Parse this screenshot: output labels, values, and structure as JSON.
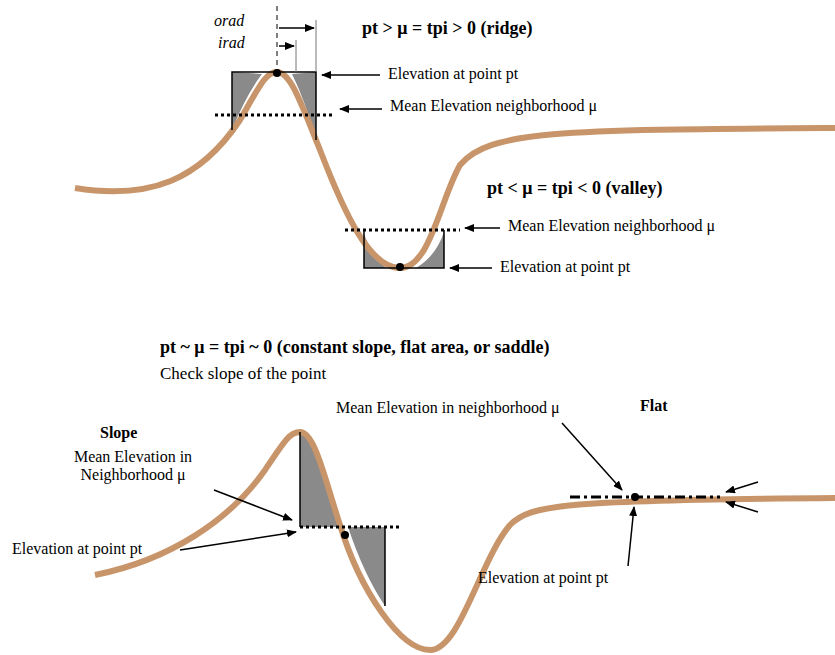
{
  "diagram": {
    "labels": [
      "orad",
      "irad",
      "pt > μ = tpi > 0 (ridge)",
      "Elevation at point pt",
      "Mean Elevation neighborhood μ",
      "pt < μ = tpi < 0 (valley)",
      "Mean Elevation neighborhood μ",
      "Elevation at point pt",
      "pt ~ μ = tpi ~ 0 (constant slope, flat area, or saddle)",
      "Check slope of the point",
      "Flat",
      "Slope",
      "Mean Elevation in Neighborhood μ",
      "Elevation at point pt",
      "Mean Elevation in neighborhood μ",
      "Elevation at point pt"
    ]
  }
}
